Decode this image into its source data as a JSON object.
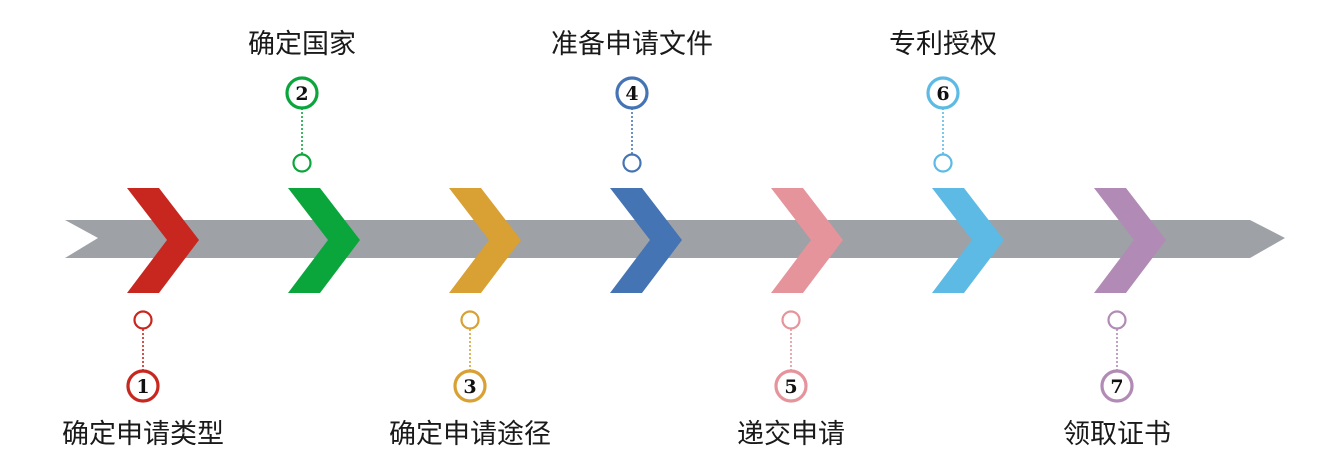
{
  "steps": [
    {
      "num": "1",
      "label": "确定申请类型",
      "color": "#c8271f"
    },
    {
      "num": "2",
      "label": "确定国家",
      "color": "#0aa63c"
    },
    {
      "num": "3",
      "label": "确定申请途径",
      "color": "#d9a034"
    },
    {
      "num": "4",
      "label": "准备申请文件",
      "color": "#4574b5"
    },
    {
      "num": "5",
      "label": "递交申请",
      "color": "#e6949b"
    },
    {
      "num": "6",
      "label": "专利授权",
      "color": "#5dbae4"
    },
    {
      "num": "7",
      "label": "领取证书",
      "color": "#b18ab6"
    }
  ],
  "arrow_color": "#9ea1a6"
}
